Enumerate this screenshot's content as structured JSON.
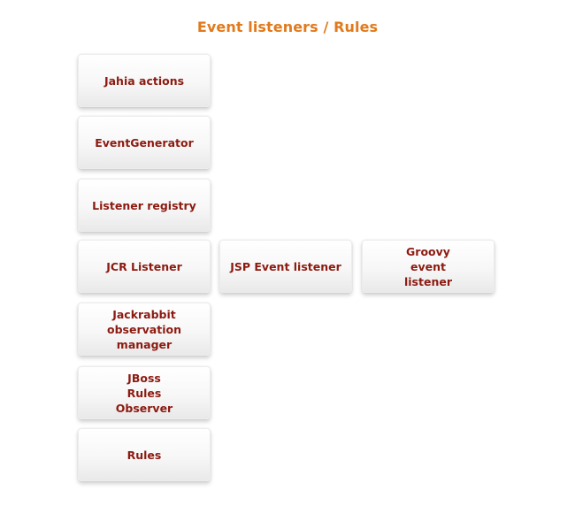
{
  "diagram": {
    "title": "Event listeners / Rules",
    "nodes": [
      {
        "id": "jahia-actions",
        "label": "Jahia actions"
      },
      {
        "id": "event-generator",
        "label": "EventGenerator"
      },
      {
        "id": "listener-registry",
        "label": "Listener registry"
      },
      {
        "id": "jcr-listener",
        "label": "JCR Listener"
      },
      {
        "id": "jsp-event-listener",
        "label": "JSP Event listener"
      },
      {
        "id": "groovy-event-listener",
        "label": "Groovy event listener"
      },
      {
        "id": "jackrabbit-observation-manager",
        "label": "Jackrabbit observation manager"
      },
      {
        "id": "jboss-rules-observer",
        "label": "JBoss Rules Observer"
      },
      {
        "id": "rules",
        "label": "Rules"
      }
    ]
  },
  "colors": {
    "title": "#e07a1c",
    "node_text": "#8c1a10",
    "node_border": "#ececec"
  }
}
